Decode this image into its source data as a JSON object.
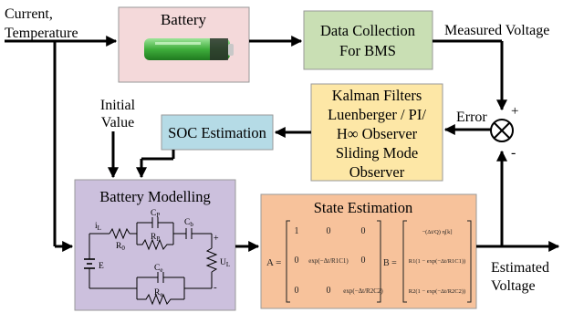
{
  "inputs": {
    "line1": "Current,",
    "line2": "Temperature"
  },
  "battery": {
    "title": "Battery"
  },
  "data_collection": {
    "line1": "Data Collection",
    "line2": "For BMS"
  },
  "measured_voltage": "Measured Voltage",
  "estimated_voltage": {
    "line1": "Estimated",
    "line2": "Voltage"
  },
  "error": "Error",
  "plus_sign": "+",
  "minus_sign": "-",
  "kalman": {
    "line1": "Kalman Filters",
    "line2": "Luenberger / PI/",
    "line3": "H∞ Observer",
    "line4": "Sliding Mode",
    "line5": "Observer"
  },
  "soc_estimation": "SOC Estimation",
  "initial_value": {
    "line1": "Initial",
    "line2": "Value"
  },
  "battery_modelling": {
    "title": "Battery Modelling",
    "labels": {
      "iL": "iL",
      "R0": "R0",
      "Cp": "CP",
      "Rp": "RP",
      "Cb": "Cb",
      "Ce": "Ce",
      "Re": "Re",
      "UL": "UL",
      "E": "E",
      "plus": "+",
      "minus": "-"
    }
  },
  "state_estimation": {
    "title": "State Estimation",
    "A_label": "A =",
    "B_label": "B =",
    "A_matrix": [
      [
        "1",
        "0",
        "0"
      ],
      [
        "0",
        "exp(−Δt/R1C1)",
        "0"
      ],
      [
        "0",
        "0",
        "exp(−Δt/R2C2)"
      ]
    ],
    "B_matrix": [
      "−(Δt/Q) η[k]",
      "R1(1 − exp(−Δt/R1C1))",
      "R2(1 − exp(−Δt/R2C2))"
    ]
  },
  "colors": {
    "battery_bg": "#f4d9da",
    "data_collection_bg": "#c9dfb4",
    "kalman_bg": "#fde7a6",
    "soc_bg": "#b5dbe6",
    "modelling_bg": "#ccc0dd",
    "state_bg": "#f7c29b",
    "box_border": "#999999",
    "battery_cell": "#5fc25c"
  }
}
